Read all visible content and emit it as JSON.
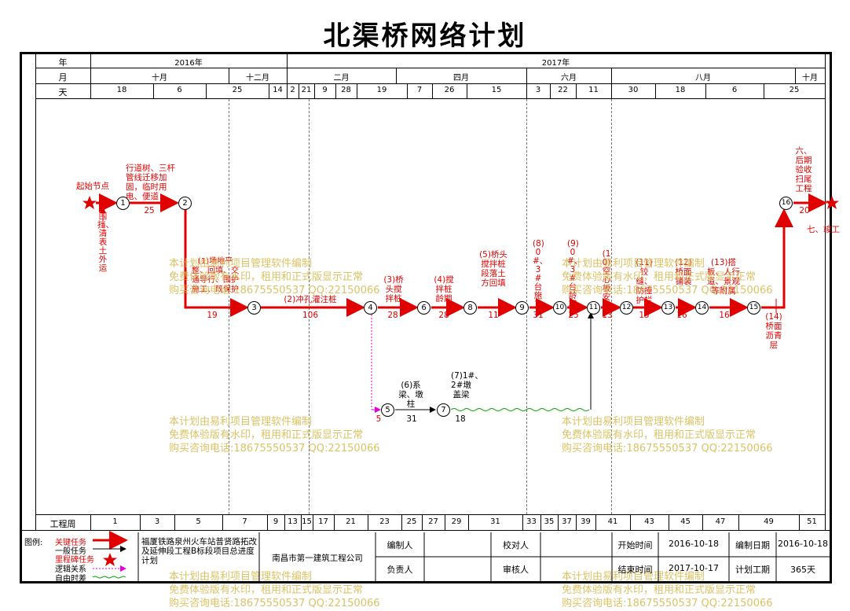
{
  "title": "北渠桥网络计划",
  "header": {
    "row_labels": {
      "year": "年",
      "month": "月",
      "day": "天",
      "week": "工程周"
    },
    "years": [
      "2016年",
      "2017年"
    ],
    "months": [
      "十月",
      "十二月",
      "二月",
      "四月",
      "六月",
      "八月",
      "十月"
    ],
    "days": [
      "18",
      "6",
      "25",
      "14",
      "2",
      "21",
      "9",
      "28",
      "19",
      "7",
      "26",
      "15",
      "3",
      "22",
      "11",
      "30",
      "18",
      "6",
      "25"
    ],
    "weeks": [
      "1",
      "3",
      "5",
      "7",
      "9",
      "13",
      "15",
      "17",
      "21",
      "23",
      "25",
      "27",
      "29",
      "31",
      "33",
      "35",
      "37",
      "39",
      "41",
      "43",
      "45",
      "47",
      "49",
      "51"
    ]
  },
  "nodes": [
    "1",
    "2",
    "3",
    "4",
    "5",
    "6",
    "7",
    "8",
    "9",
    "10",
    "11",
    "12",
    "13",
    "14",
    "15",
    "16"
  ],
  "labels": {
    "start": "起始节点",
    "end": "七、竣工",
    "t1": "行道树、三杆管线迁移加固，临时用电、便道",
    "t1_dur": "25",
    "t_fence": "围挡、清表土外运",
    "t_pile_tag": "(1)场地平整、回填、交通导行、围护施工、既保护",
    "t_pile_dur": "19",
    "t2": "(2)冲孔灌注桩",
    "t2_dur": "106",
    "t3": "(3)桥头搅拌桩",
    "t3_dur": "28",
    "t4": "(4)搅拌桩龄期",
    "t4_dur": "28",
    "t5": "(5)桥头搅拌桩段落土方回填",
    "t5_dur": "11",
    "t8": "(8)0#、3#台施工",
    "t8_dur": "31",
    "t9": "(9)0#、3#台龄期",
    "t9_dur": "25",
    "t10": "(10)空心板安装",
    "t10_dur": "13",
    "t11": "(11)铰缝、防撞护栏",
    "t11_dur": "15",
    "t12": "(12)桥面铺装",
    "t12_dur": "16",
    "t13": "(13)搭板、人行道、景观等附属",
    "t13_dur": "16",
    "t14": "(14)桥面沥青层",
    "t6": "(6)系梁、墩柱",
    "t6_dur": "31",
    "t7": "(7)1#、2#墩盖梁",
    "t7_dur": "18",
    "t_dummy": "5",
    "t16": "六、后期验收扫尾工程",
    "t16_dur": "20"
  },
  "watermark": [
    "本计划由易利项目管理软件编制",
    "免费体验版有水印，租用和正式版显示正常",
    "购买咨询电话:18675550537 QQ:22150066"
  ],
  "legend": {
    "title": "图例:",
    "items": [
      "关键任务",
      "一般任务",
      "里程碑任务",
      "逻辑关系",
      "自由时差"
    ]
  },
  "footer": {
    "project": "福厦铁路泉州火车站普贤路拓改及延伸段工程B标段项目总进度计划",
    "company": "南昌市第一建筑工程公司",
    "editor_label": "编制人",
    "checker_label": "校对人",
    "owner_label": "负责人",
    "reviewer_label": "审核人",
    "start_label": "开始时间",
    "start_value": "2016-10-18",
    "made_label": "编制日期",
    "made_value": "2016-10-18",
    "end_label": "结束时间",
    "end_value": "2017-10-17",
    "period_label": "计划工期",
    "period_value": "365天"
  },
  "colors": {
    "critical": "#e00000",
    "normal": "#000000",
    "logic": "#cc00cc",
    "float": "#00a000",
    "watermark": "#d4b84a"
  }
}
